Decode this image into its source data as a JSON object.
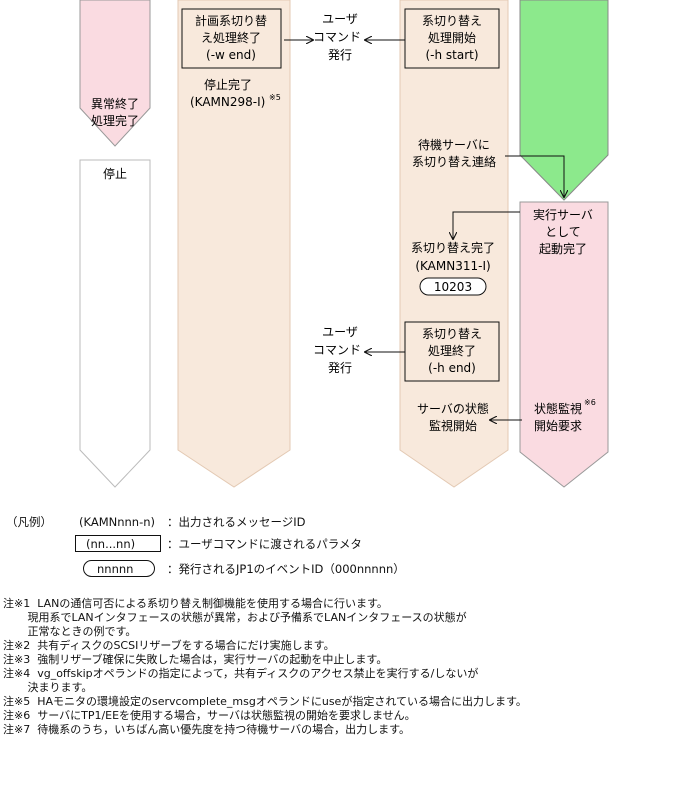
{
  "colors": {
    "peach": "#f8e9dc",
    "pink": "#fadbe1",
    "green": "#8ce98c",
    "stroke": "#999999",
    "line": "#111111"
  },
  "col1": {
    "abnormal_end_line1": "異常終了",
    "abnormal_end_line2": "処理完了",
    "stop": "停止"
  },
  "col2": {
    "box_line1": "計画系切り替",
    "box_line2": "え処理終了",
    "box_line3": "(-w end)",
    "stop_done": "停止完了",
    "msg": "(KAMN298-I)",
    "note_ref": "※5"
  },
  "user_command_top": {
    "line1": "ユーザ",
    "line2": "コマンド",
    "line3": "発行"
  },
  "user_command_bottom": {
    "line1": "ユーザ",
    "line2": "コマンド",
    "line3": "発行"
  },
  "col3": {
    "start_box_line1": "系切り替え",
    "start_box_line2": "処理開始",
    "start_box_line3": "(-h start)",
    "notify_line1": "待機サーバに",
    "notify_line2": "系切り替え連絡",
    "done_line1": "系切り替え完了",
    "done_msg": "(KAMN311-I)",
    "event_id": "10203",
    "end_box_line1": "系切り替え",
    "end_box_line2": "処理終了",
    "end_box_line3": "(-h end)",
    "monitor_line1": "サーバの状態",
    "monitor_line2": "監視開始"
  },
  "col4": {
    "exec_line1": "実行サーバ",
    "exec_line2": "として",
    "exec_line3": "起動完了",
    "req_line1": "状態監視",
    "req_note_ref": "※6",
    "req_line2": "開始要求"
  },
  "legend": {
    "title": "（凡例）",
    "msg_sample": "(KAMNnnn-n)",
    "msg_desc": "：出力されるメッセージID",
    "param_sample": "(nn...nn)",
    "param_desc": "：ユーザコマンドに渡されるパラメタ",
    "event_sample": "nnnnn",
    "event_desc": "：発行されるJP1のイベントID（000nnnnn）"
  },
  "notes": [
    "注※1  LANの通信可否による系切り替え制御機能を使用する場合に行います。",
    "       現用系でLANインタフェースの状態が異常，および予備系でLANインタフェースの状態が",
    "       正常なときの例です。",
    "注※2  共有ディスクのSCSIリザーブをする場合にだけ実施します。",
    "注※3  強制リザーブ確保に失敗した場合は，実行サーバの起動を中止します。",
    "注※4  vg_offskipオペランドの指定によって，共有ディスクのアクセス禁止を実行する/しないが",
    "       決まります。",
    "注※5  HAモニタの環境設定のservcomplete_msgオペランドにuseが指定されている場合に出力します。",
    "注※6  サーバにTP1/EEを使用する場合，サーバは状態監視の開始を要求しません。",
    "注※7  待機系のうち，いちばん高い優先度を持つ待機サーバの場合，出力します。"
  ]
}
